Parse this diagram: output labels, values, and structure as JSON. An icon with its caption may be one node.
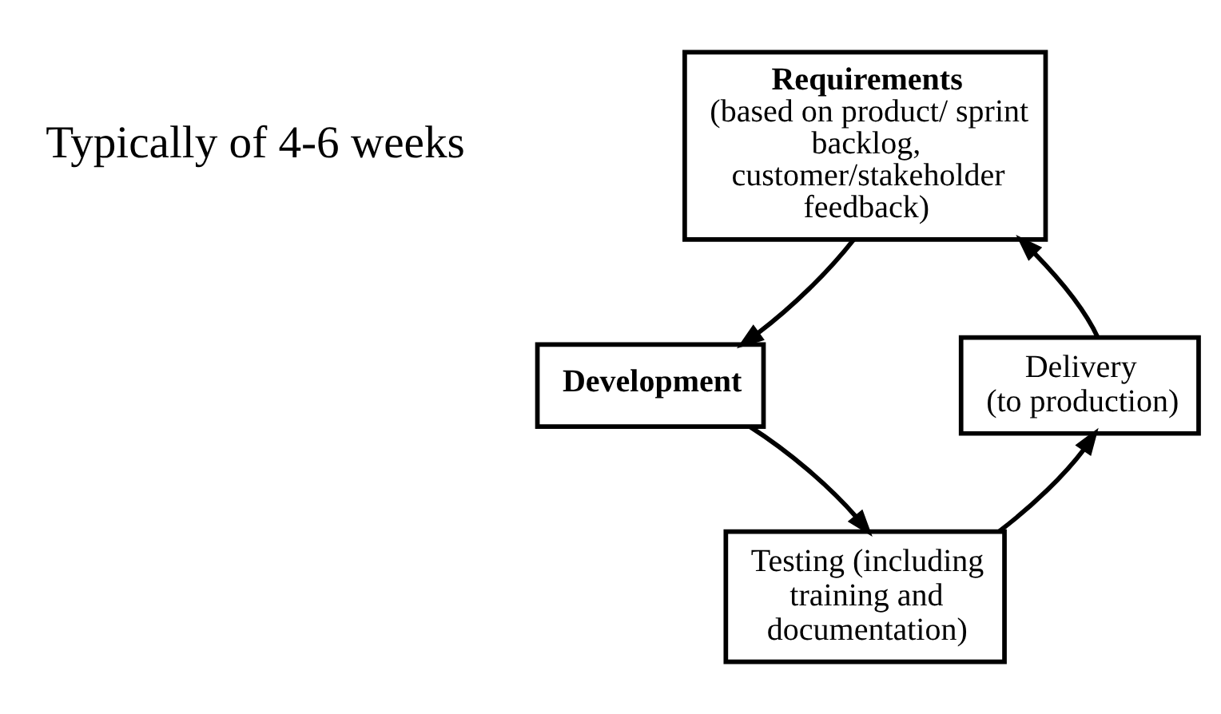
{
  "diagram": {
    "nodes": [
      {
        "text": [
          "Requirements",
          "(based on product/ sprint backlog, customer/stakeholder feedback)"
        ]
      },
      {
        "text": [
          "Development"
        ]
      },
      {
        "text": [
          "Testing (including training and documentation)"
        ]
      },
      {
        "text": [
          "Delivery",
          "(to production)"
        ]
      }
    ],
    "edges": [
      {
        "from": 0,
        "to": 1,
        "arrow": "to"
      },
      {
        "from": 1,
        "to": 2,
        "arrow": "to"
      },
      {
        "from": 2,
        "to": 3,
        "arrow": "to"
      },
      {
        "from": 3,
        "to": 0,
        "arrow": "to"
      }
    ],
    "labels": [
      "Typically of 4-6 weeks"
    ]
  }
}
